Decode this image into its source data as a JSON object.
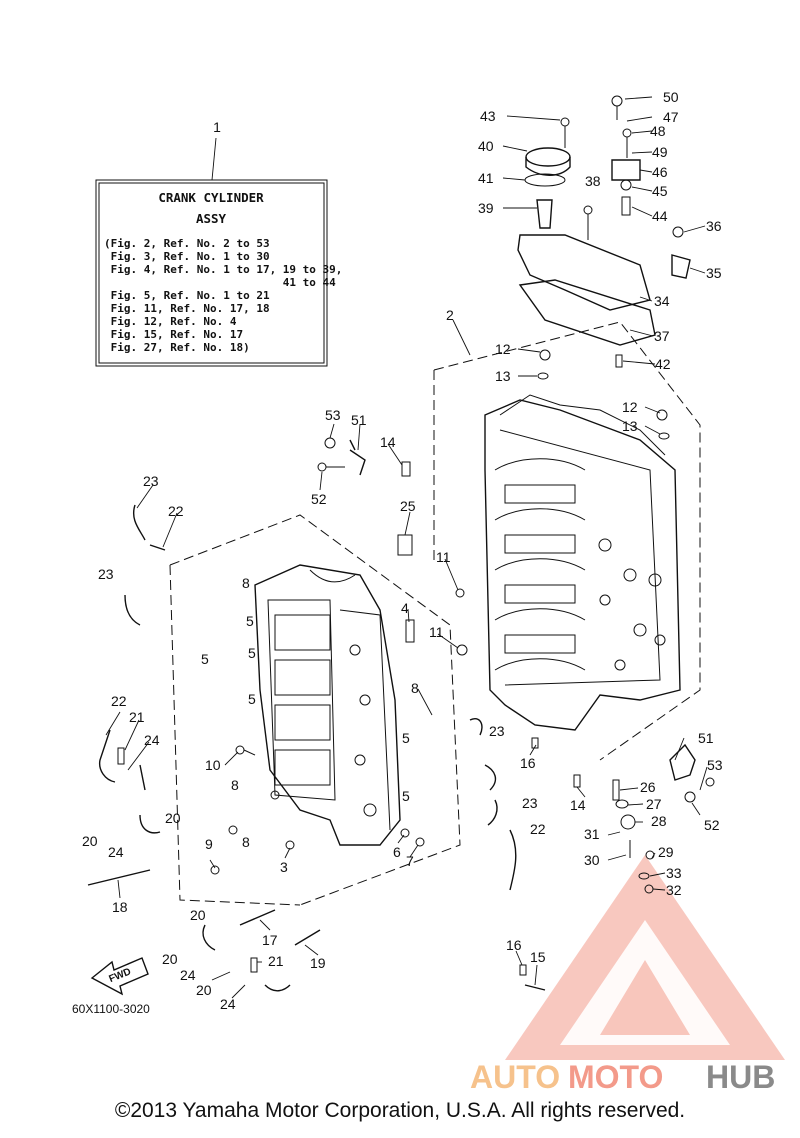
{
  "info_box": {
    "ref_number": "1",
    "title_line1": "CRANK CYLINDER",
    "title_line2": "ASSY",
    "lines": [
      "(Fig. 2, Ref. No. 2 to 53",
      " Fig. 3, Ref. No. 1 to 30",
      " Fig. 4, Ref. No. 1 to 17, 19 to 39,",
      "                           41 to 44",
      " Fig. 5, Ref. No. 1 to 21",
      " Fig. 11, Ref. No. 17, 18",
      " Fig. 12, Ref. No. 4",
      " Fig. 15, Ref. No. 17",
      " Fig. 27, Ref. No. 18)"
    ]
  },
  "callouts": {
    "c50": "50",
    "c47": "47",
    "c43": "43",
    "c48": "48",
    "c40": "40",
    "c49": "49",
    "c46": "46",
    "c41": "41",
    "c38": "38",
    "c45": "45",
    "c39": "39",
    "c44": "44",
    "c36": "36",
    "c35": "35",
    "c34": "34",
    "c2": "2",
    "c37": "37",
    "c12a": "12",
    "c42": "42",
    "c13a": "13",
    "c12b": "12",
    "c13b": "13",
    "c53a": "53",
    "c51a": "51",
    "c14a": "14",
    "c52a": "52",
    "c23a": "23",
    "c22a": "22",
    "c25": "25",
    "c8a": "8",
    "c23b": "23",
    "c11a": "11",
    "c5a": "5",
    "c4": "4",
    "c5b": "5",
    "c11b": "11",
    "c5c": "5",
    "c5d": "5",
    "c8b": "8",
    "c22b": "22",
    "c21a": "21",
    "c24a": "24",
    "c23c": "23",
    "c5e": "5",
    "c51b": "51",
    "c10": "10",
    "c16a": "16",
    "c53b": "53",
    "c8c": "8",
    "c26": "26",
    "c5f": "5",
    "c23d": "23",
    "c14b": "14",
    "c27": "27",
    "c20a": "20",
    "c28": "28",
    "c52b": "52",
    "c8d": "8",
    "c22c": "22",
    "c31": "31",
    "c20b": "20",
    "c9": "9",
    "c6": "6",
    "c7": "7",
    "c29": "29",
    "c24b": "24",
    "c3": "3",
    "c30": "30",
    "c33": "33",
    "c32": "32",
    "c18": "18",
    "c20c": "20",
    "c17": "17",
    "c16b": "16",
    "c20d": "20",
    "c21b": "21",
    "c19": "19",
    "c15": "15",
    "c24c": "24",
    "c20e": "20",
    "c24d": "24"
  },
  "fwd_label": "FWD",
  "part_code": "60X1100-3020",
  "watermark": {
    "auto": "AUTO",
    "moto": "MOTO",
    "hub": "HUB"
  },
  "colors": {
    "line": "#111111",
    "watermark_red": "#f39a8a",
    "watermark_orange": "#f6c28c",
    "watermark_gray": "#8a8a8a"
  },
  "copyright": "©2013 Yamaha Motor Corporation, U.S.A. All rights reserved."
}
